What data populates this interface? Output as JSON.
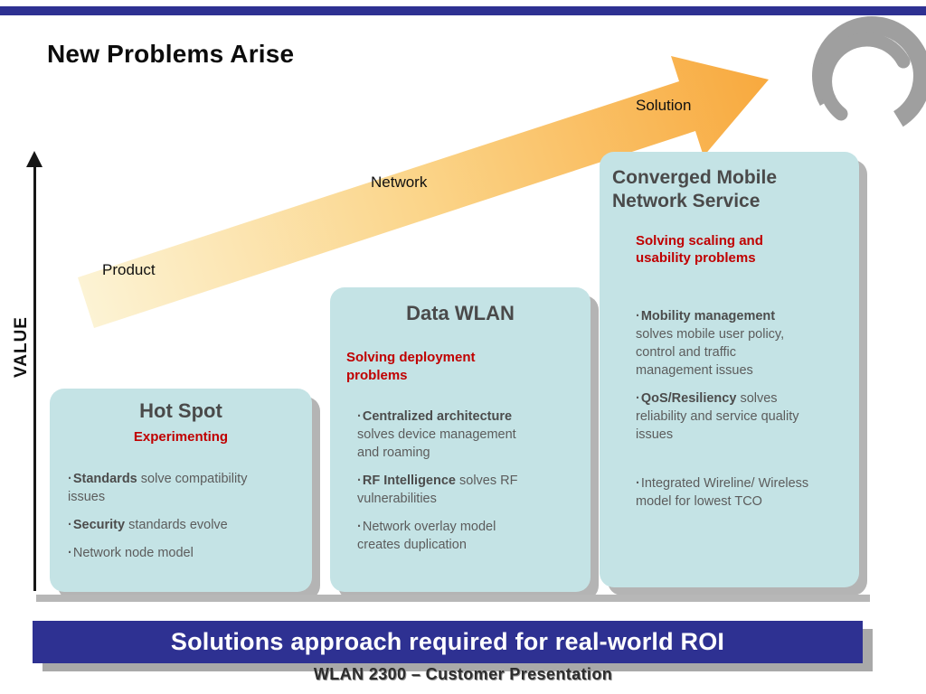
{
  "slide": {
    "title": "New Problems Arise",
    "value_axis": "VALUE",
    "arrow": {
      "labels": [
        "Product",
        "Network",
        "Solution"
      ]
    },
    "boxes": [
      {
        "title": "Hot Spot",
        "highlight": "Experimenting",
        "bullets": [
          {
            "bold": "Standards",
            "text": " solve compatibility issues"
          },
          {
            "bold": "Security",
            "text": " standards evolve"
          },
          {
            "bold": "",
            "text": "Network node model"
          }
        ]
      },
      {
        "title": "Data WLAN",
        "highlight": "Solving deployment problems",
        "bullets": [
          {
            "bold": "Centralized architecture",
            "text": " solves device management and roaming"
          },
          {
            "bold": "RF Intelligence",
            "text": " solves RF vulnerabilities"
          },
          {
            "bold": "",
            "text": "Network overlay model creates duplication"
          }
        ]
      },
      {
        "title": "Converged Mobile Network Service",
        "highlight": "Solving scaling and usability problems",
        "bullets": [
          {
            "bold": "Mobility management",
            "text": " solves mobile user policy, control and traffic management issues"
          },
          {
            "bold": "QoS/Resiliency",
            "text": " solves reliability and service quality issues"
          },
          {
            "bold": "",
            "text": "Integrated Wireline/ Wireless model for lowest TCO"
          }
        ]
      }
    ],
    "banner": "Solutions approach required for real-world ROI",
    "footer": "WLAN 2300 – Customer Presentation",
    "colors": {
      "top_bar": "#2E3192",
      "banner": "#2E3192",
      "box_fill": "#C4E3E5",
      "highlight_red": "#C00000",
      "arrow_start": "#FCF3D4",
      "arrow_end": "#F8A93E"
    }
  }
}
